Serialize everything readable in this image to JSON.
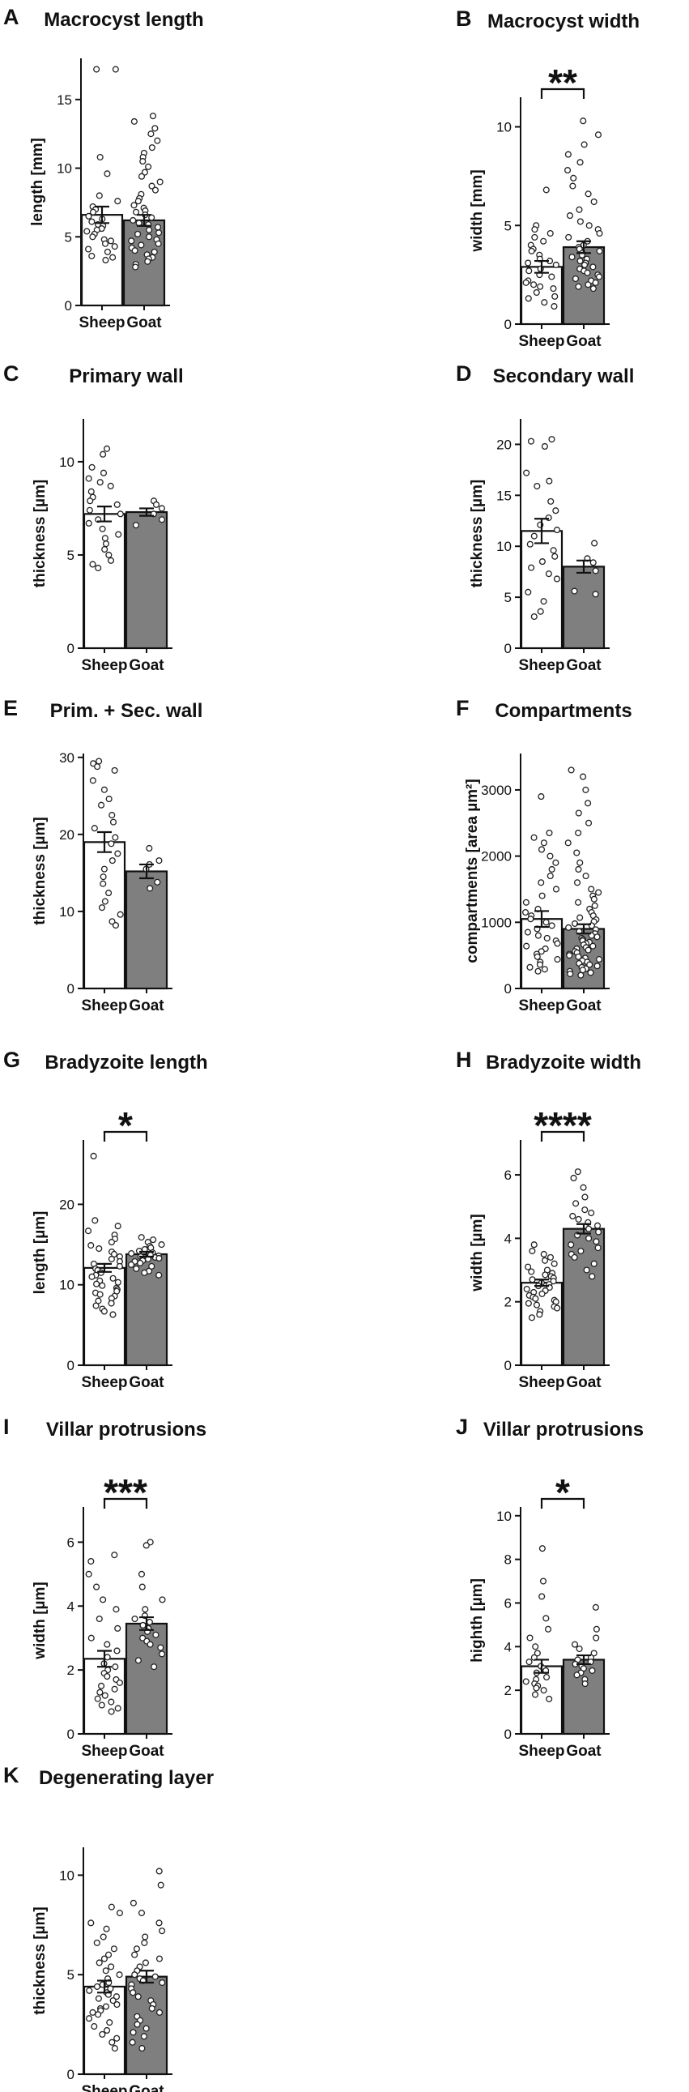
{
  "figure": {
    "categories": [
      "Sheep",
      "Goat"
    ],
    "colors": {
      "sheep_bar": "#ffffff",
      "goat_bar": "#7f7f7f",
      "axis": "#111111",
      "point_fill": "#ffffff"
    }
  },
  "chart_data": [
    {
      "type": "bar",
      "panel": "A",
      "title": "Macrocyst length",
      "ylabel": "length [mm]",
      "ylim": [
        0,
        18
      ],
      "yticks": [
        0,
        5,
        10,
        15
      ],
      "significance": "",
      "categories": [
        "Sheep",
        "Goat"
      ],
      "means": [
        6.6,
        6.2
      ],
      "sem": [
        0.6,
        0.4
      ],
      "points": [
        [
          17.2,
          17.2,
          10.8,
          9.6,
          8.0,
          7.6,
          7.2,
          7.0,
          6.8,
          6.5,
          6.3,
          6.1,
          5.9,
          5.8,
          5.6,
          5.5,
          5.4,
          5.2,
          5.0,
          4.8,
          4.7,
          4.5,
          4.3,
          4.1,
          3.9,
          3.6,
          3.5,
          3.3
        ],
        [
          13.8,
          13.4,
          12.9,
          12.5,
          12.0,
          11.5,
          11.1,
          10.8,
          10.5,
          10.1,
          9.7,
          9.4,
          9.0,
          8.7,
          8.4,
          8.1,
          7.8,
          7.6,
          7.3,
          7.1,
          6.9,
          6.8,
          6.6,
          6.4,
          6.2,
          6.0,
          5.9,
          5.7,
          5.5,
          5.3,
          5.2,
          5.0,
          4.8,
          4.7,
          4.5,
          4.4,
          4.2,
          4.0,
          3.9,
          3.7,
          3.5,
          3.4,
          3.2,
          3.0,
          2.8
        ]
      ]
    },
    {
      "type": "bar",
      "panel": "B",
      "title": "Macrocyst width",
      "ylabel": "width [mm]",
      "ylim": [
        0,
        11.5
      ],
      "yticks": [
        0,
        5,
        10
      ],
      "significance": "**",
      "categories": [
        "Sheep",
        "Goat"
      ],
      "means": [
        2.9,
        3.9
      ],
      "sem": [
        0.3,
        0.3
      ],
      "points": [
        [
          6.8,
          5.0,
          4.8,
          4.6,
          4.4,
          4.2,
          4.0,
          3.8,
          3.7,
          3.5,
          3.3,
          3.2,
          3.1,
          3.0,
          2.8,
          2.7,
          2.5,
          2.4,
          2.2,
          2.1,
          2.0,
          1.9,
          1.8,
          1.6,
          1.4,
          1.3,
          1.1,
          0.9
        ],
        [
          10.3,
          9.6,
          9.1,
          8.6,
          8.2,
          7.8,
          7.4,
          7.0,
          6.6,
          6.2,
          5.8,
          5.5,
          5.2,
          5.0,
          4.8,
          4.6,
          4.4,
          4.2,
          4.0,
          3.9,
          3.8,
          3.7,
          3.6,
          3.5,
          3.4,
          3.3,
          3.2,
          3.1,
          3.0,
          2.9,
          2.8,
          2.7,
          2.6,
          2.5,
          2.4,
          2.3,
          2.2,
          2.1,
          2.0,
          1.9,
          1.8
        ]
      ]
    },
    {
      "type": "bar",
      "panel": "C",
      "title": "Primary wall",
      "ylabel": "thickness [µm]",
      "ylim": [
        0,
        12.3
      ],
      "yticks": [
        0,
        5,
        10
      ],
      "significance": "",
      "categories": [
        "Sheep",
        "Goat"
      ],
      "means": [
        7.2,
        7.3
      ],
      "sem": [
        0.4,
        0.2
      ],
      "points": [
        [
          10.7,
          10.4,
          9.7,
          9.4,
          9.1,
          8.9,
          8.7,
          8.4,
          8.1,
          7.9,
          7.7,
          7.4,
          7.2,
          6.9,
          6.7,
          6.4,
          6.1,
          5.9,
          5.6,
          5.3,
          5.0,
          4.7,
          4.5,
          4.3
        ],
        [
          7.9,
          7.7,
          7.5,
          7.2,
          6.9,
          6.6
        ]
      ]
    },
    {
      "type": "bar",
      "panel": "D",
      "title": "Secondary wall",
      "ylabel": "thickness [µm]",
      "ylim": [
        0,
        22.5
      ],
      "yticks": [
        0,
        5,
        10,
        15,
        20
      ],
      "significance": "",
      "categories": [
        "Sheep",
        "Goat"
      ],
      "means": [
        11.5,
        8.0
      ],
      "sem": [
        1.2,
        0.6
      ],
      "points": [
        [
          20.5,
          20.3,
          19.8,
          17.2,
          16.4,
          15.9,
          14.4,
          13.5,
          12.8,
          12.1,
          11.6,
          11.0,
          10.2,
          9.6,
          9.0,
          8.5,
          7.9,
          7.3,
          6.8,
          5.5,
          4.6,
          3.6,
          3.1
        ],
        [
          10.3,
          8.8,
          8.4,
          7.6,
          5.6,
          5.3
        ]
      ]
    },
    {
      "type": "bar",
      "panel": "E",
      "title": "Prim. + Sec. wall",
      "ylabel": "thickness [µm]",
      "ylim": [
        0,
        30.5
      ],
      "yticks": [
        0,
        10,
        20,
        30
      ],
      "significance": "",
      "categories": [
        "Sheep",
        "Goat"
      ],
      "means": [
        19.0,
        15.2
      ],
      "sem": [
        1.3,
        0.9
      ],
      "points": [
        [
          29.5,
          29.2,
          28.8,
          28.3,
          27.0,
          25.8,
          24.6,
          23.8,
          22.5,
          21.6,
          20.8,
          19.6,
          18.8,
          17.5,
          16.6,
          15.5,
          14.5,
          13.6,
          12.4,
          11.3,
          10.5,
          9.6,
          8.7,
          8.2
        ],
        [
          18.2,
          16.6,
          16.1,
          15.5,
          13.8,
          13.0
        ]
      ]
    },
    {
      "type": "bar",
      "panel": "F",
      "title": "Compartments",
      "ylabel": "compartments [area µm²]",
      "ylim": [
        0,
        3550
      ],
      "yticks": [
        0,
        1000,
        2000,
        3000
      ],
      "significance": "",
      "categories": [
        "Sheep",
        "Goat"
      ],
      "means": [
        1050,
        900
      ],
      "sem": [
        120,
        70
      ],
      "points": [
        [
          2900,
          2350,
          2280,
          2200,
          2100,
          2000,
          1900,
          1800,
          1700,
          1600,
          1500,
          1400,
          1300,
          1200,
          1150,
          1100,
          1050,
          1000,
          950,
          900,
          850,
          800,
          760,
          720,
          680,
          640,
          600,
          560,
          520,
          480,
          440,
          400,
          360,
          320,
          290,
          260
        ],
        [
          3300,
          3200,
          3000,
          2800,
          2650,
          2500,
          2350,
          2200,
          2050,
          1900,
          1800,
          1700,
          1600,
          1500,
          1450,
          1400,
          1350,
          1300,
          1250,
          1200,
          1150,
          1100,
          1070,
          1040,
          1010,
          980,
          950,
          920,
          890,
          860,
          830,
          800,
          780,
          760,
          740,
          720,
          700,
          680,
          660,
          640,
          620,
          600,
          580,
          560,
          540,
          520,
          500,
          480,
          460,
          440,
          420,
          400,
          380,
          360,
          340,
          320,
          300,
          280,
          260,
          240,
          220,
          200
        ]
      ]
    },
    {
      "type": "bar",
      "panel": "G",
      "title": "Bradyzoite length",
      "ylabel": "length [µm]",
      "ylim": [
        0,
        28
      ],
      "yticks": [
        0,
        10,
        20
      ],
      "significance": "*",
      "categories": [
        "Sheep",
        "Goat"
      ],
      "means": [
        12.1,
        13.8
      ],
      "sem": [
        0.5,
        0.3
      ],
      "points": [
        [
          26.0,
          18.0,
          17.3,
          16.7,
          16.2,
          15.7,
          15.3,
          14.9,
          14.5,
          14.1,
          13.8,
          13.5,
          13.2,
          12.9,
          12.6,
          12.3,
          12.0,
          11.8,
          11.5,
          11.2,
          11.0,
          10.8,
          10.5,
          10.3,
          10.1,
          9.9,
          9.6,
          9.4,
          9.2,
          9.0,
          8.8,
          8.6,
          8.3,
          8.0,
          7.7,
          7.4,
          7.0,
          6.7,
          6.3
        ],
        [
          15.9,
          15.6,
          15.3,
          15.0,
          14.8,
          14.6,
          14.4,
          14.2,
          14.0,
          13.9,
          13.8,
          13.7,
          13.6,
          13.5,
          13.4,
          13.3,
          13.2,
          13.1,
          13.0,
          12.9,
          12.7,
          12.5,
          12.3,
          12.0,
          11.7,
          11.5,
          11.2
        ]
      ]
    },
    {
      "type": "bar",
      "panel": "H",
      "title": "Bradyzoite width",
      "ylabel": "width [µm]",
      "ylim": [
        0,
        7.1
      ],
      "yticks": [
        0,
        2,
        4,
        6
      ],
      "significance": "****",
      "categories": [
        "Sheep",
        "Goat"
      ],
      "means": [
        2.6,
        4.3
      ],
      "sem": [
        0.1,
        0.15
      ],
      "points": [
        [
          3.8,
          3.6,
          3.5,
          3.4,
          3.3,
          3.2,
          3.1,
          3.0,
          2.95,
          2.9,
          2.85,
          2.8,
          2.75,
          2.7,
          2.65,
          2.6,
          2.55,
          2.5,
          2.45,
          2.4,
          2.35,
          2.3,
          2.25,
          2.2,
          2.15,
          2.1,
          2.05,
          2.0,
          1.95,
          1.9,
          1.85,
          1.8,
          1.7,
          1.6,
          1.5
        ],
        [
          6.1,
          5.9,
          5.6,
          5.3,
          5.1,
          4.9,
          4.8,
          4.7,
          4.6,
          4.5,
          4.4,
          4.3,
          4.2,
          4.1,
          4.0,
          3.9,
          3.8,
          3.7,
          3.6,
          3.5,
          3.4,
          3.2,
          3.0,
          2.8
        ]
      ]
    },
    {
      "type": "bar",
      "panel": "I",
      "title": "Villar protrusions",
      "ylabel": "width [µm]",
      "ylim": [
        0,
        7.1
      ],
      "yticks": [
        0,
        2,
        4,
        6
      ],
      "significance": "***",
      "categories": [
        "Sheep",
        "Goat"
      ],
      "means": [
        2.35,
        3.45
      ],
      "sem": [
        0.25,
        0.2
      ],
      "points": [
        [
          5.6,
          5.4,
          5.0,
          4.6,
          4.2,
          3.9,
          3.6,
          3.3,
          3.0,
          2.8,
          2.6,
          2.4,
          2.2,
          2.1,
          2.0,
          1.9,
          1.8,
          1.7,
          1.6,
          1.5,
          1.4,
          1.3,
          1.2,
          1.1,
          1.0,
          0.9,
          0.8,
          0.7
        ],
        [
          6.0,
          5.9,
          5.0,
          4.6,
          4.2,
          3.9,
          3.7,
          3.6,
          3.5,
          3.4,
          3.3,
          3.2,
          3.1,
          3.0,
          2.9,
          2.8,
          2.7,
          2.5,
          2.3,
          2.1
        ]
      ]
    },
    {
      "type": "bar",
      "panel": "J",
      "title": "Villar protrusions",
      "ylabel": "highth [µm]",
      "ylim": [
        0,
        10.4
      ],
      "yticks": [
        0,
        2,
        4,
        6,
        8,
        10
      ],
      "significance": "*",
      "categories": [
        "Sheep",
        "Goat"
      ],
      "means": [
        3.1,
        3.4
      ],
      "sem": [
        0.3,
        0.2
      ],
      "points": [
        [
          8.5,
          7.0,
          6.3,
          5.3,
          4.8,
          4.4,
          4.0,
          3.7,
          3.5,
          3.3,
          3.1,
          3.0,
          2.9,
          2.8,
          2.6,
          2.5,
          2.4,
          2.3,
          2.2,
          2.1,
          2.0,
          1.8,
          1.6
        ],
        [
          5.8,
          4.8,
          4.4,
          4.1,
          3.9,
          3.7,
          3.5,
          3.4,
          3.3,
          3.2,
          3.1,
          3.0,
          2.9,
          2.8,
          2.7,
          2.5,
          2.3
        ]
      ]
    },
    {
      "type": "bar",
      "panel": "K",
      "title": "Degenerating layer",
      "ylabel": "thickness [µm]",
      "ylim": [
        0,
        11.4
      ],
      "yticks": [
        0,
        5,
        10
      ],
      "significance": "",
      "categories": [
        "Sheep",
        "Goat"
      ],
      "means": [
        4.4,
        4.9
      ],
      "sem": [
        0.3,
        0.3
      ],
      "points": [
        [
          8.4,
          8.1,
          7.6,
          7.3,
          6.9,
          6.6,
          6.3,
          6.0,
          5.8,
          5.6,
          5.4,
          5.2,
          5.0,
          4.8,
          4.6,
          4.5,
          4.4,
          4.3,
          4.2,
          4.1,
          4.0,
          3.9,
          3.8,
          3.7,
          3.5,
          3.4,
          3.3,
          3.2,
          3.1,
          3.0,
          2.8,
          2.6,
          2.4,
          2.2,
          2.0,
          1.8,
          1.6,
          1.3
        ],
        [
          10.2,
          9.5,
          8.6,
          8.1,
          7.6,
          7.2,
          6.9,
          6.6,
          6.3,
          6.0,
          5.8,
          5.6,
          5.4,
          5.2,
          5.0,
          4.9,
          4.8,
          4.7,
          4.6,
          4.5,
          4.3,
          4.1,
          3.9,
          3.7,
          3.5,
          3.3,
          3.1,
          2.9,
          2.7,
          2.5,
          2.3,
          2.1,
          1.9,
          1.6,
          1.3
        ]
      ]
    }
  ]
}
